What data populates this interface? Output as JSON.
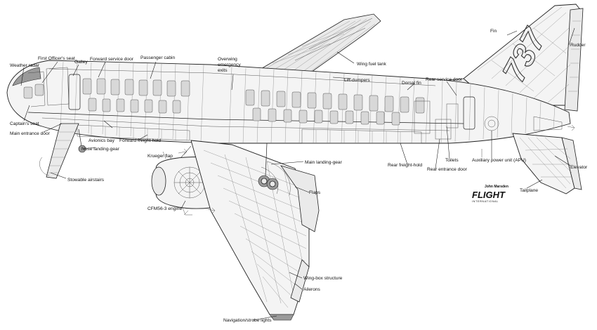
{
  "labels": {
    "weather_radar": "Weather radar",
    "first_officers_seat": "First Officer's seat",
    "galley": "Galley",
    "forward_service_door": "Forward service door",
    "passenger_cabin": "Passenger cabin",
    "overwing_exits": "Overwing\nemergency\nexits",
    "wing_fuel_tank": "Wing fuel tank",
    "fin": "Fin",
    "rudder": "Rudder",
    "lift_dumpers": "Lift-dumpers",
    "dorsal_fin": "Dorsal fin",
    "rear_service_door": "Rear service door",
    "captains_seat": "Captain's seat",
    "main_entrance_door": "Main entrance door",
    "avionics_bay": "Avionics bay",
    "nose_landing_gear": "Nose landing-gear",
    "forward_freight_hold": "Forward freight-hold",
    "krueger_flap": "Krueger flap",
    "main_landing_gear": "Main landing-gear",
    "rear_freight_hold": "Rear freight-hold",
    "rear_entrance_door": "Rear entrance door",
    "toilets": "Toilets",
    "apu": "Auxiliary power unit (APU)",
    "elevator": "Elevator",
    "stowable_airstairs": "Stowable airstairs",
    "flaps": "Flaps",
    "cfm_engine": "CFM56-3 engine",
    "tailplane": "Tailplane",
    "wing_box": "Wing-box structure",
    "ailerons": "Ailerons",
    "nav_lights": "Navigation/strobe lights"
  },
  "tail_marking": "737",
  "credit": {
    "artist": "John Marsden",
    "publisher": "FLIGHT",
    "publisher_sub": "INTERNATIONAL"
  }
}
